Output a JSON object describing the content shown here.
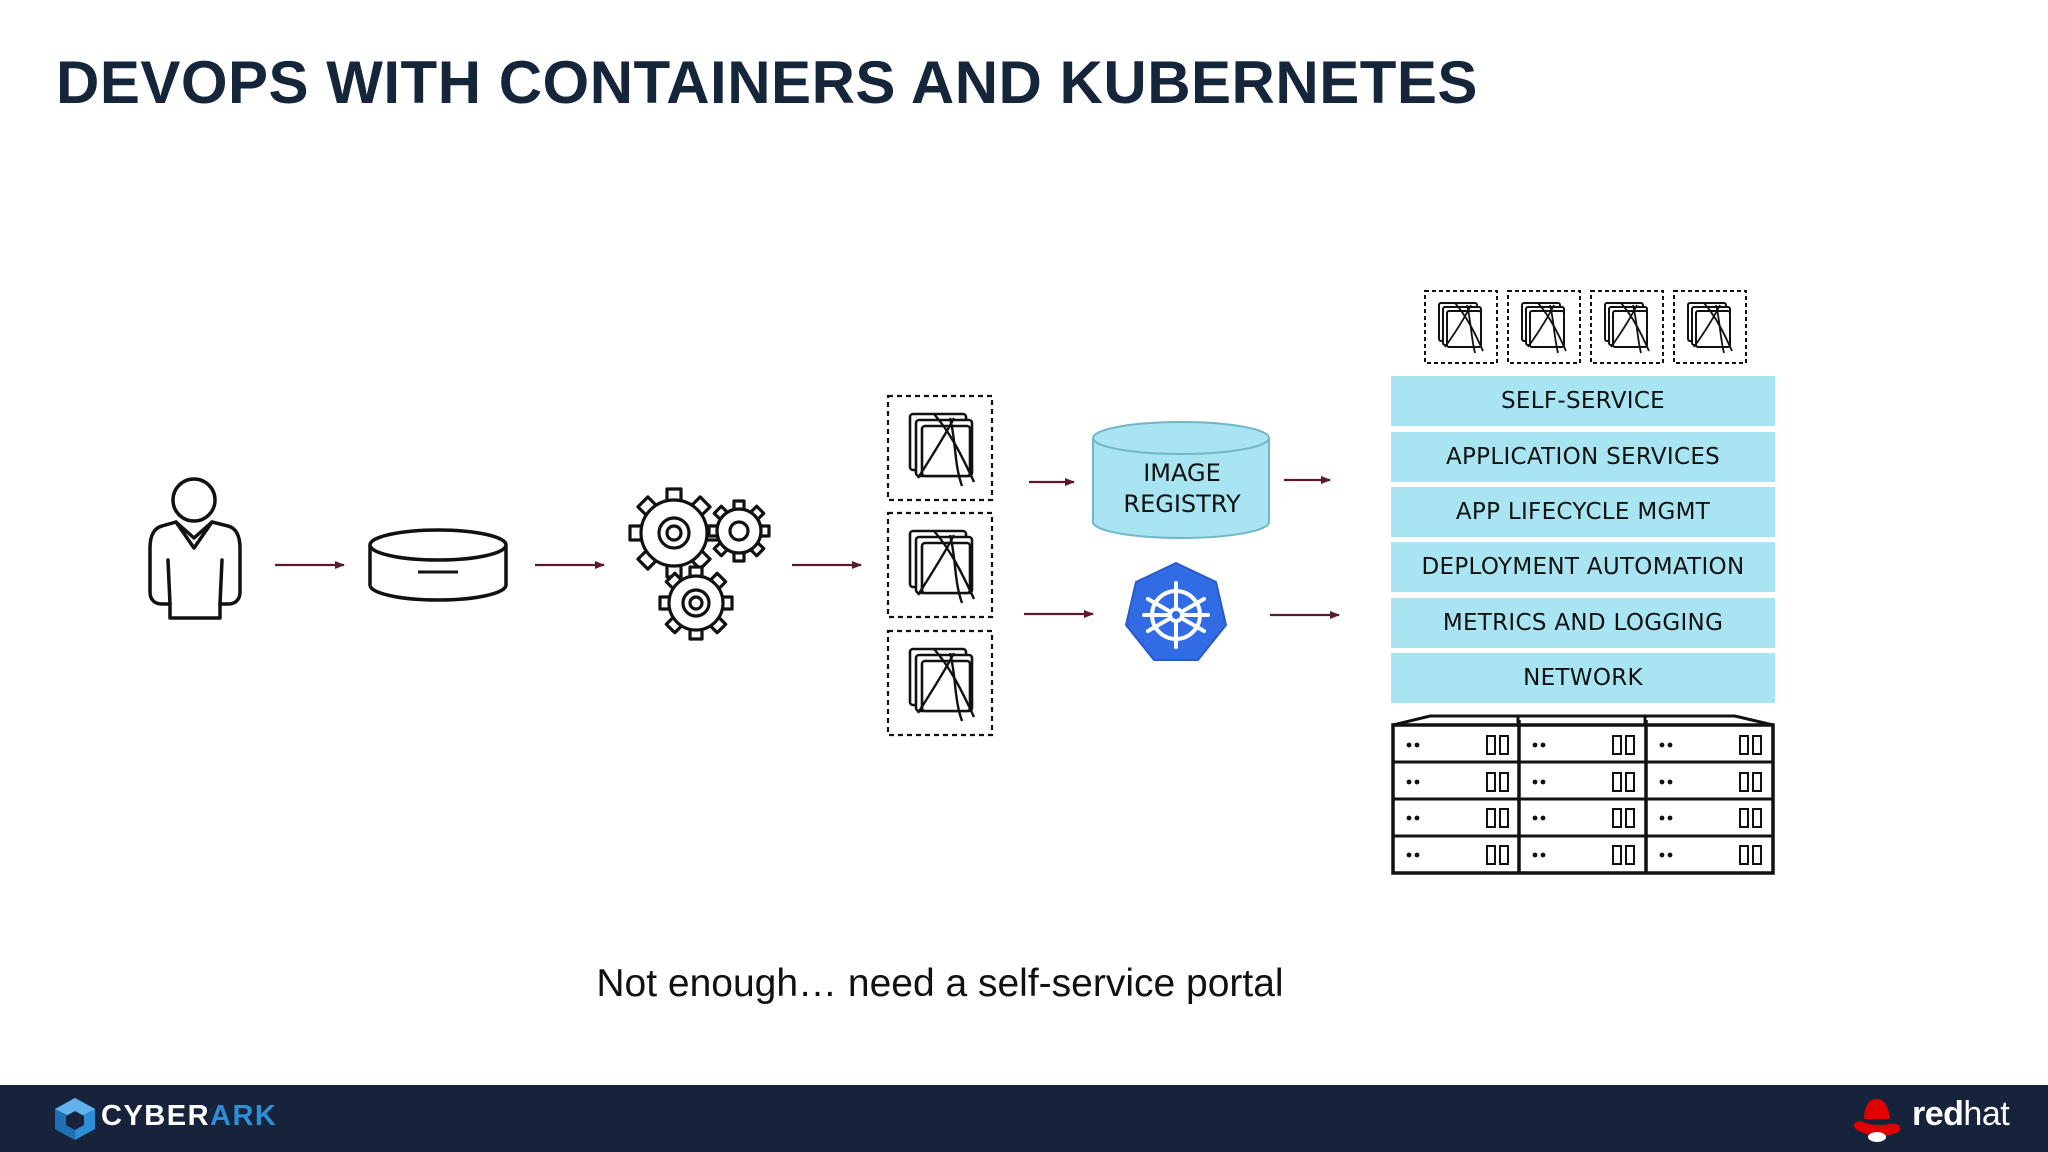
{
  "slide": {
    "title": "DEVOPS WITH CONTAINERS AND KUBERNETES",
    "caption": "Not enough… need a self-service portal"
  },
  "registry": {
    "label_line1": "IMAGE",
    "label_line2": "REGISTRY"
  },
  "platform_layers": [
    "SELF-SERVICE",
    "APPLICATION SERVICES",
    "APP LIFECYCLE MGMT",
    "DEPLOYMENT AUTOMATION",
    "METRICS AND LOGGING",
    "NETWORK"
  ],
  "footer": {
    "left_logo": {
      "part1": "CYBER",
      "part2": "ARK"
    },
    "right_logo": {
      "part1": "red",
      "part2": "hat"
    }
  },
  "colors": {
    "title": "#15253a",
    "layer_fill": "#a8e4f1",
    "registry_fill": "#a8e4f1",
    "arrow": "#5a1a2a",
    "kubernetes_blue": "#326ce5",
    "footer_bg": "#16233a",
    "cyberark_blue": "#2f8fd6",
    "redhat_red": "#e00000"
  },
  "icons": [
    "developer-person-icon",
    "source-repository-icon",
    "build-gears-icon",
    "container-image-icon",
    "image-registry-cylinder-icon",
    "kubernetes-helm-icon",
    "server-rack-icon",
    "cyberark-logo-icon",
    "redhat-logo-icon"
  ]
}
